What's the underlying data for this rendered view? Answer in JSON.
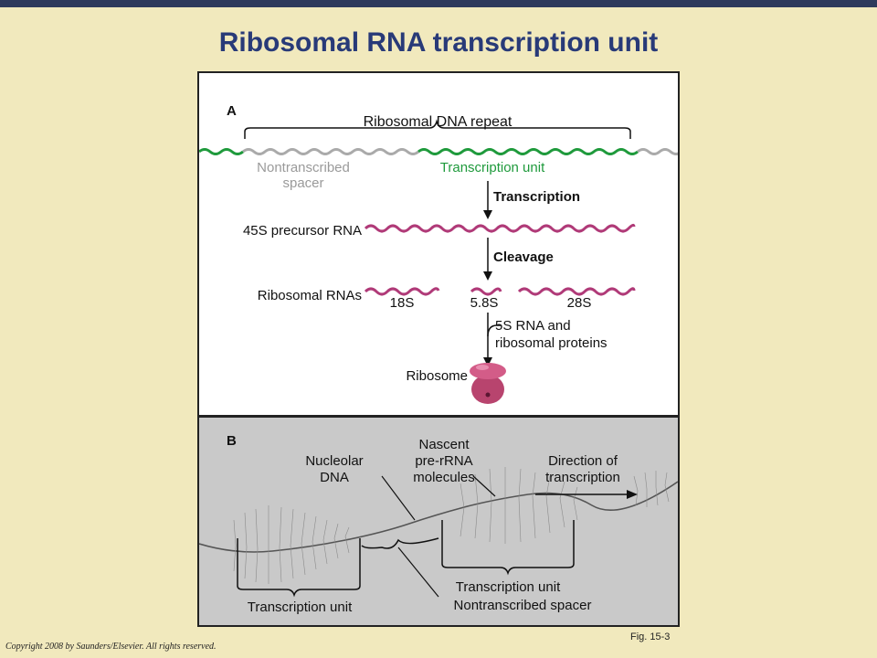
{
  "slide": {
    "title": "Ribosomal RNA transcription unit",
    "figure_label": "Fig. 15-3",
    "copyright": "Copyright 2008 by Saunders/Elsevier. All rights reserved."
  },
  "panel_a": {
    "letter": "A",
    "dna_repeat_label": "Ribosomal DNA repeat",
    "spacer_label_line1": "Nontranscribed",
    "spacer_label_line2": "spacer",
    "transcription_unit_label": "Transcription unit",
    "step_transcription": "Transcription",
    "precursor_label": "45S precursor RNA",
    "step_cleavage": "Cleavage",
    "ribosomal_rnas_label": "Ribosomal RNAs",
    "rna_18s": "18S",
    "rna_58s": "5.8S",
    "rna_28s": "28S",
    "addition_line1": "5S RNA and",
    "addition_line2": "ribosomal proteins",
    "ribosome_label": "Ribosome"
  },
  "panel_b": {
    "letter": "B",
    "nucleolar_line1": "Nucleolar",
    "nucleolar_line2": "DNA",
    "nascent_line1": "Nascent",
    "nascent_line2": "pre-rRNA",
    "nascent_line3": "molecules",
    "direction_line1": "Direction of",
    "direction_line2": "transcription",
    "transcription_unit_right": "Transcription unit",
    "transcription_unit_left": "Transcription unit",
    "nontranscribed_spacer": "Nontranscribed spacer"
  },
  "colors": {
    "title": "#283a78",
    "background": "#f1e9bd",
    "dna_green": "#1f9a3c",
    "spacer_gray": "#9a9a9a",
    "rna_magenta": "#b03a78",
    "panel_b_bg": "#c9c9c9"
  }
}
